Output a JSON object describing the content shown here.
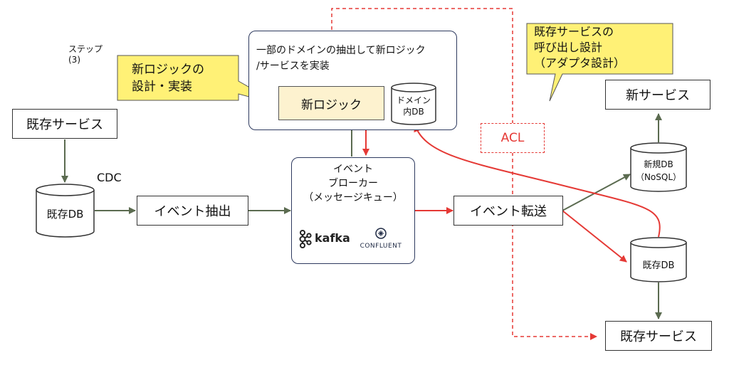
{
  "step_label": "ステップ\n(3)",
  "cdc_label": "CDC",
  "nodes": {
    "existing_service_left": "既存サービス",
    "existing_db_left": "既存DB",
    "event_extract": "イベント抽出",
    "broker": "イベント\nブローカー\n（メッセージキュー）",
    "kafka_logo": "kafka",
    "confluent_logo": "CONFLUENT",
    "domain_group_title": "一部のドメインの抽出して新ロジック\n/サービスを実装",
    "new_logic": "新ロジック",
    "domain_db": "ドメイン\n内DB",
    "acl": "ACL",
    "event_transfer": "イベント転送",
    "new_db": "新規DB\n（NoSQL）",
    "new_service": "新サービス",
    "existing_db_right": "既存DB",
    "existing_service_right": "既存サービス"
  },
  "callouts": {
    "new_logic_design": "新ロジックの\n設計・実装",
    "adapter_design": "既存サービスの\n呼び出し設計\n（アダプタ設計）"
  },
  "colors": {
    "flow_arrow": "#5b6b50",
    "red_flow": "#e53935",
    "callout_fill": "#fff176",
    "new_logic_fill": "#fdf2cf",
    "group_border": "#2e3a5f"
  }
}
